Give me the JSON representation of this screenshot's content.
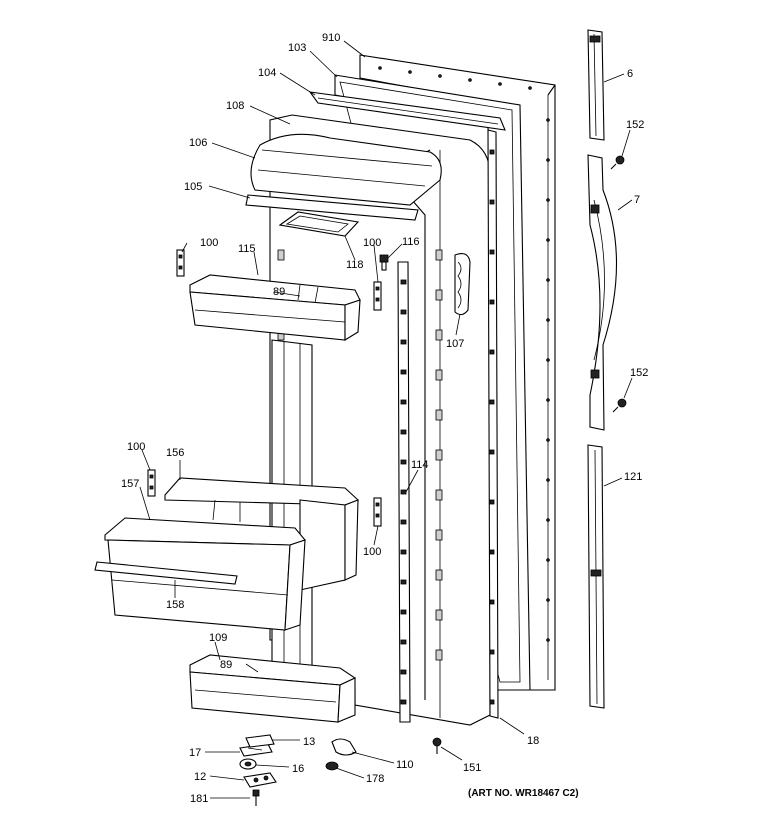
{
  "callouts": {
    "c910": "910",
    "c103": "103",
    "c104": "104",
    "c108": "108",
    "c106": "106",
    "c105": "105",
    "c100a": "100",
    "c115": "115",
    "c89a": "89",
    "c118": "118",
    "c100b": "100",
    "c116": "116",
    "c107": "107",
    "c6": "6",
    "c152a": "152",
    "c7": "7",
    "c152b": "152",
    "c121": "121",
    "c100c": "100",
    "c156": "156",
    "c157": "157",
    "c114": "114",
    "c100d": "100",
    "c158": "158",
    "c109": "109",
    "c89b": "89",
    "c18": "18",
    "c17": "17",
    "c13": "13",
    "c16": "16",
    "c12": "12",
    "c181": "181",
    "c110": "110",
    "c178": "178",
    "c151": "151"
  },
  "art_number": "(ART NO. WR18467 C2)"
}
